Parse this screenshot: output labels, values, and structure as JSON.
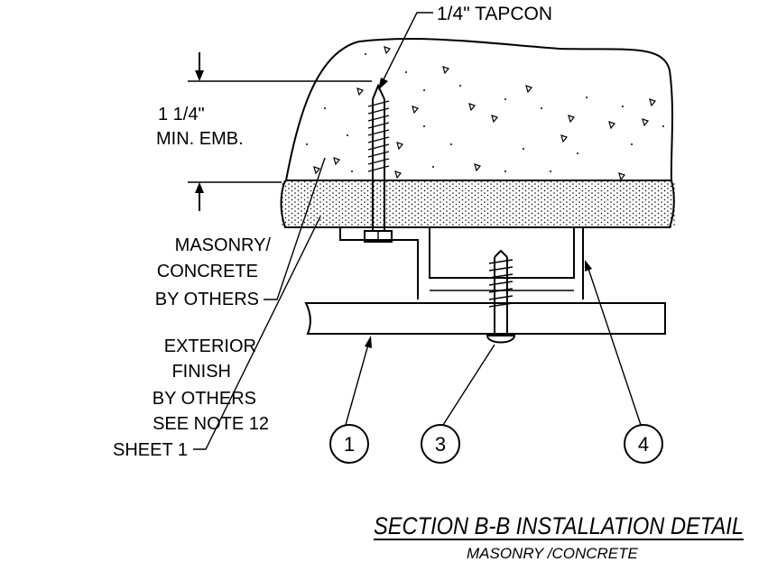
{
  "callouts": {
    "tapcon": "1/4\" TAPCON",
    "embed_line1": "1 1/4\"",
    "embed_line2": "MIN. EMB.",
    "masonry": [
      "MASONRY/",
      "CONCRETE",
      "BY OTHERS"
    ],
    "finish": [
      "EXTERIOR",
      "FINISH",
      "BY OTHERS",
      "SEE NOTE 12",
      "SHEET 1"
    ]
  },
  "bubbles": [
    {
      "id": "1"
    },
    {
      "id": "3"
    },
    {
      "id": "4"
    }
  ],
  "title": "SECTION B-B INSTALLATION DETAIL",
  "subtitle": "MASONRY /CONCRETE"
}
